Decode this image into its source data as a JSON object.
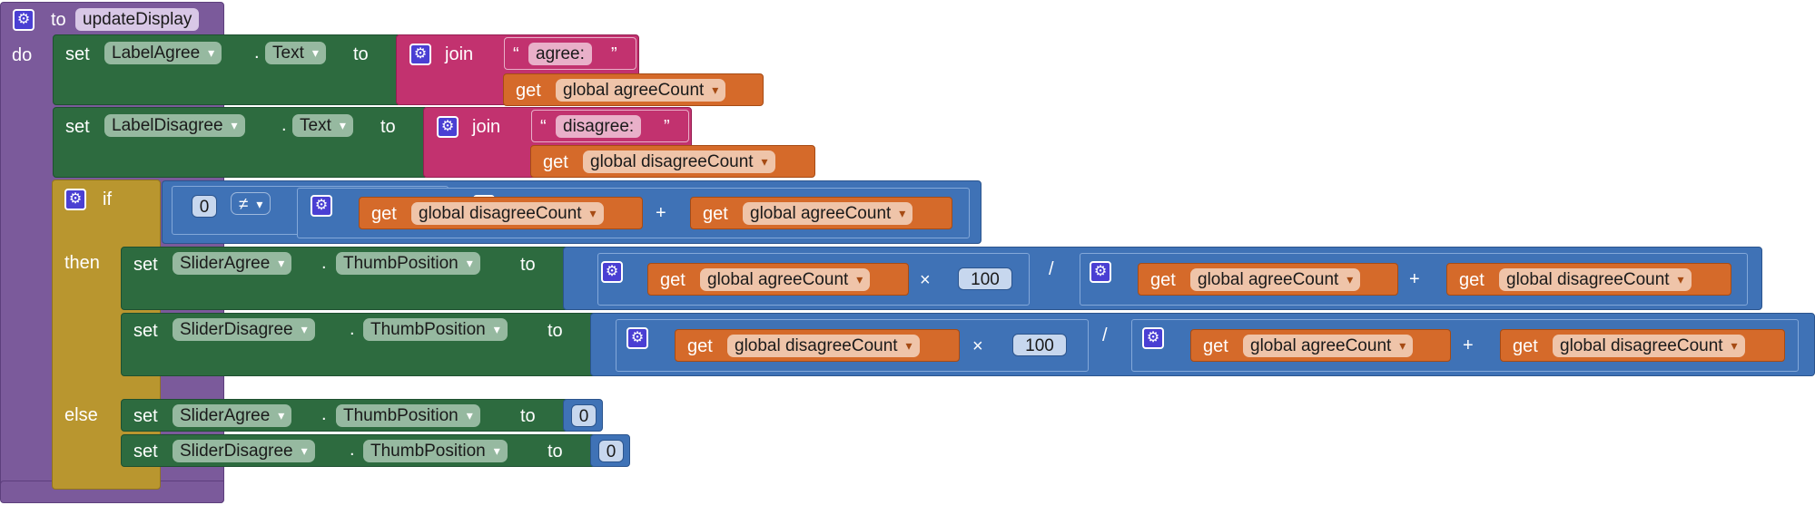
{
  "procedure": {
    "to_label": "to",
    "name": "updateDisplay",
    "do_label": "do"
  },
  "keywords": {
    "set": "set",
    "to": "to",
    "dot": ".",
    "join": "join",
    "get": "get",
    "if": "if",
    "then": "then",
    "else": "else",
    "quote_open": "“",
    "quote_close": "”"
  },
  "operators": {
    "neq": "≠",
    "plus": "+",
    "times": "×",
    "divide": "/"
  },
  "icons": {
    "gear": "⚙"
  },
  "statements": {
    "set_label_agree": {
      "component": "LabelAgree",
      "property": "Text",
      "join_text": "agree:",
      "join_var": "global agreeCount"
    },
    "set_label_disagree": {
      "component": "LabelDisagree",
      "property": "Text",
      "join_text": "disagree:",
      "join_var": "global disagreeCount"
    },
    "if_block": {
      "compare_left": "0",
      "compare_op": "≠",
      "sum_left": "global disagreeCount",
      "sum_right": "global agreeCount"
    },
    "then_set_slider_agree": {
      "component": "SliderAgree",
      "property": "ThumbPosition",
      "mult_var": "global agreeCount",
      "mult_num": "100",
      "div_left": "global agreeCount",
      "div_right": "global disagreeCount"
    },
    "then_set_slider_disagree": {
      "component": "SliderDisagree",
      "property": "ThumbPosition",
      "mult_var": "global disagreeCount",
      "mult_num": "100",
      "div_left": "global agreeCount",
      "div_right": "global disagreeCount"
    },
    "else_set_slider_agree": {
      "component": "SliderAgree",
      "property": "ThumbPosition",
      "value": "0"
    },
    "else_set_slider_disagree": {
      "component": "SliderDisagree",
      "property": "ThumbPosition",
      "value": "0"
    }
  },
  "colors": {
    "procedure": "#7b5a9b",
    "control": "#b9962f",
    "setter": "#2d6b3f",
    "text": "#c2326f",
    "math": "#3f72b6",
    "variable": "#d56a2a",
    "mutator": "#4a3fd3"
  }
}
